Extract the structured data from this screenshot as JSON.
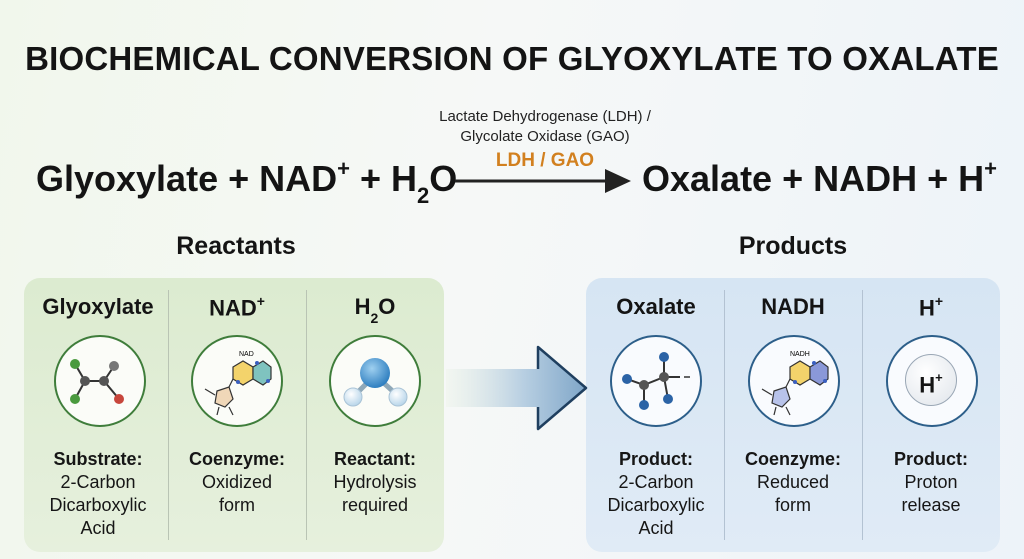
{
  "title": "BIOCHEMICAL CONVERSION OF GLYOXYLATE TO OXALATE",
  "enzyme": {
    "full_line1": "Lactate Dehydrogenase (LDH) /",
    "full_line2": "Glycolate Oxidase (GAO)",
    "short": "LDH / GAO"
  },
  "equation": {
    "left": {
      "glyoxylate": "Glyoxylate",
      "plus1": " + ",
      "nad": "NAD",
      "nad_sup": "+",
      "plus2": " + ",
      "h": "H",
      "h_sub": "2",
      "o": "O"
    },
    "right": {
      "oxalate": "Oxalate",
      "plus1": " + ",
      "nadh": "NADH",
      "plus2": " + ",
      "h": "H",
      "h_sup": "+"
    }
  },
  "reactants": {
    "label": "Reactants",
    "items": [
      {
        "title": "Glyoxylate",
        "role": "Substrate:",
        "lines": [
          "2-Carbon",
          "Dicarboxylic",
          "Acid"
        ]
      },
      {
        "title": "NAD",
        "title_sup": "+",
        "role": "Coenzyme:",
        "lines": [
          "Oxidized",
          "form"
        ],
        "icon_label": "NAD"
      },
      {
        "title": "H",
        "title_sub": "2",
        "title_end": "O",
        "role": "Reactant:",
        "lines": [
          "Hydrolysis",
          "required"
        ]
      }
    ]
  },
  "products": {
    "label": "Products",
    "items": [
      {
        "title": "Oxalate",
        "role": "Product:",
        "lines": [
          "2-Carbon",
          "Dicarboxylic",
          "Acid"
        ]
      },
      {
        "title": "NADH",
        "role": "Coenzyme:",
        "lines": [
          "Reduced",
          "form"
        ],
        "icon_label": "NADH"
      },
      {
        "title": "H",
        "title_sup": "+",
        "role": "Product:",
        "lines": [
          "Proton",
          "release"
        ],
        "icon_text": "H",
        "icon_sup": "+"
      }
    ]
  },
  "colors": {
    "enzyme_accent": "#d2801f",
    "reactant_panel": "#dcebd0",
    "product_panel": "#d6e5f3",
    "reactant_ring": "#3f7d3b",
    "product_ring": "#2d5f8a"
  }
}
